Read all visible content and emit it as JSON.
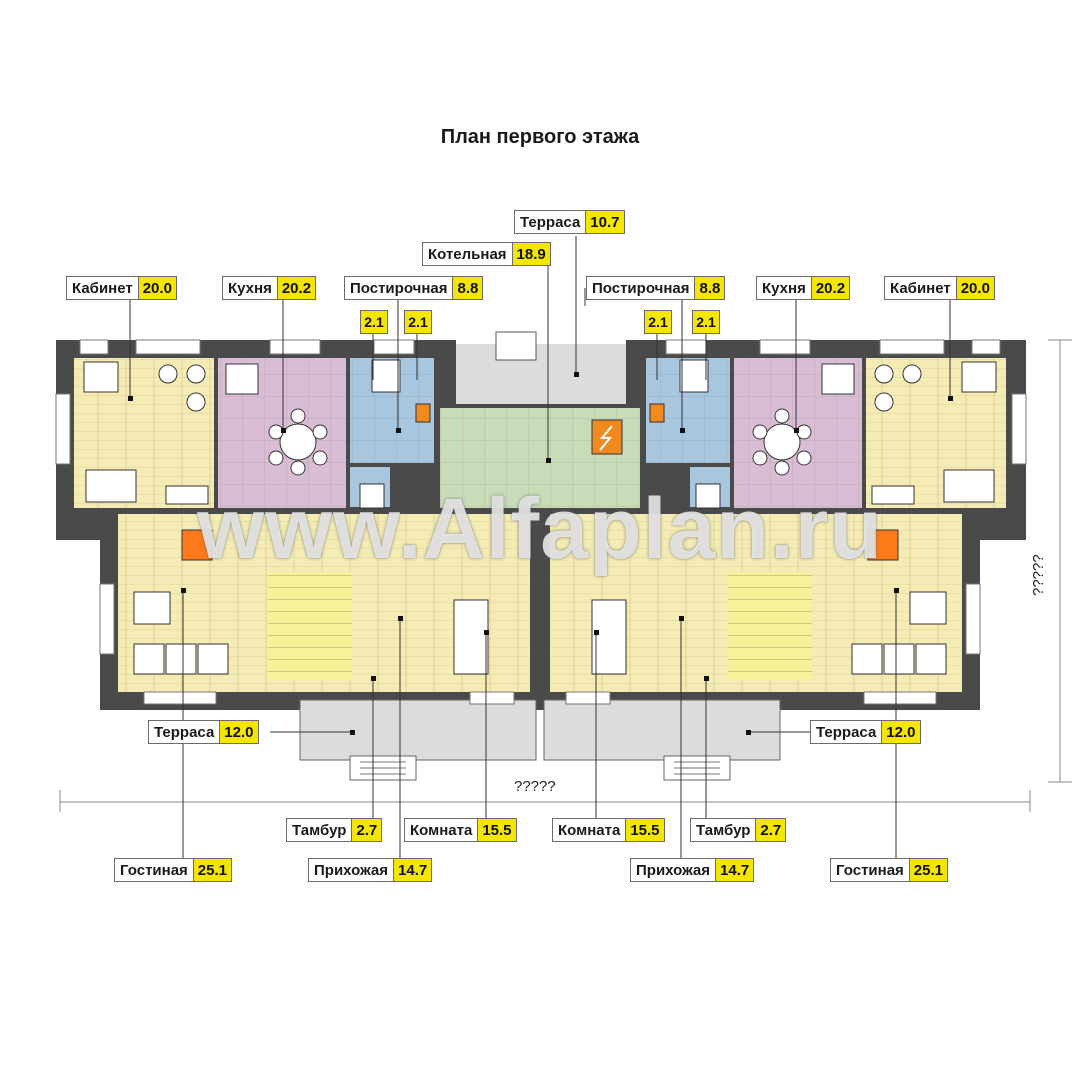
{
  "title": "План первого этажа",
  "dimensions": {
    "width_label": "?????",
    "height_label": "?????"
  },
  "watermark": "www.Alfaplan.ru",
  "rooms": [
    {
      "id": "terrace-top",
      "name": "Терраса",
      "area": "10.7"
    },
    {
      "id": "boiler",
      "name": "Котельная",
      "area": "18.9"
    },
    {
      "id": "study-left",
      "name": "Кабинет",
      "area": "20.0"
    },
    {
      "id": "kitchen-left",
      "name": "Кухня",
      "area": "20.2"
    },
    {
      "id": "laundry-left",
      "name": "Постирочная",
      "area": "8.8"
    },
    {
      "id": "laundry-right",
      "name": "Постирочная",
      "area": "8.8"
    },
    {
      "id": "kitchen-right",
      "name": "Кухня",
      "area": "20.2"
    },
    {
      "id": "study-right",
      "name": "Кабинет",
      "area": "20.0"
    },
    {
      "id": "terrace-left",
      "name": "Терраса",
      "area": "12.0"
    },
    {
      "id": "terrace-right",
      "name": "Терраса",
      "area": "12.0"
    },
    {
      "id": "vestibule-left",
      "name": "Тамбур",
      "area": "2.7"
    },
    {
      "id": "room-left",
      "name": "Комната",
      "area": "15.5"
    },
    {
      "id": "room-right",
      "name": "Комната",
      "area": "15.5"
    },
    {
      "id": "vestibule-right",
      "name": "Тамбур",
      "area": "2.7"
    },
    {
      "id": "living-left",
      "name": "Гостиная",
      "area": "25.1"
    },
    {
      "id": "hall-left",
      "name": "Прихожая",
      "area": "14.7"
    },
    {
      "id": "hall-right",
      "name": "Прихожая",
      "area": "14.7"
    },
    {
      "id": "living-right",
      "name": "Гостиная",
      "area": "25.1"
    }
  ],
  "bathrooms": [
    "2.1",
    "2.1",
    "2.1",
    "2.1"
  ],
  "colors": {
    "wall": "#4a4a4a",
    "living_floor": "#f4ecb4",
    "kitchen_floor": "#d8bdd4",
    "bath_floor": "#a9c6df",
    "boiler_floor": "#c8dcb8",
    "stair_floor": "#f7f19a",
    "terrace_floor": "#dcdcdc",
    "area_highlight": "#f5e600"
  }
}
